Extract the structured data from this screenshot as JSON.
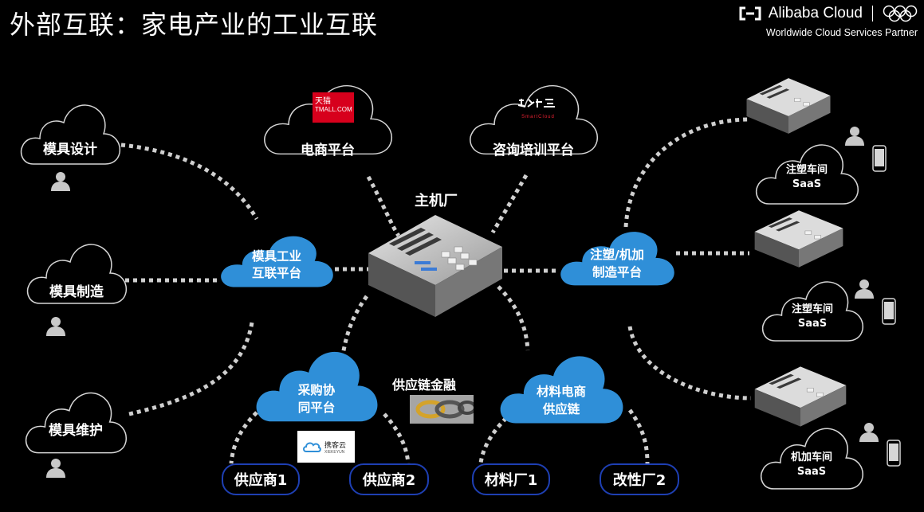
{
  "title": "外部互联：家电产业的工业互联",
  "brand": {
    "name": "Alibaba Cloud",
    "tagline": "Worldwide Cloud Services Partner",
    "logo_icon": "alibaba-cloud-logo",
    "olympic_icon": "olympic-rings"
  },
  "colors": {
    "background": "#000000",
    "link": "#cfcfcf",
    "blue_cloud": "#2f8fd8",
    "supplier_border": "#1e3fb3"
  },
  "tools": [
    "模具设计",
    "模具制造",
    "模具维护"
  ],
  "top_platforms": {
    "ecommerce": {
      "label": "电商平台",
      "logo_text": "天猫",
      "logo_sub": "TMALL.COM"
    },
    "consulting": {
      "label": "咨询培训平台",
      "logo_text": "SmartCloud"
    }
  },
  "hub": {
    "label": "主机厂"
  },
  "platforms": {
    "mold": [
      "模具工业",
      "互联平台"
    ],
    "injection": [
      "注塑/机加",
      "制造平台"
    ],
    "purchase": [
      "采购协",
      "同平台"
    ],
    "material": [
      "材料电商",
      "供应链"
    ]
  },
  "finance": {
    "label": "供应链金融"
  },
  "purchase_logo": {
    "text": "携客云",
    "sub": "XIEKEYUN"
  },
  "suppliers": [
    "供应商1",
    "供应商2",
    "材料厂1",
    "改性厂2"
  ],
  "workshops": [
    {
      "name": "注塑车间",
      "saas": "SaaS"
    },
    {
      "name": "注塑车间",
      "saas": "SaaS"
    },
    {
      "name": "机加车间",
      "saas": "SaaS"
    }
  ]
}
